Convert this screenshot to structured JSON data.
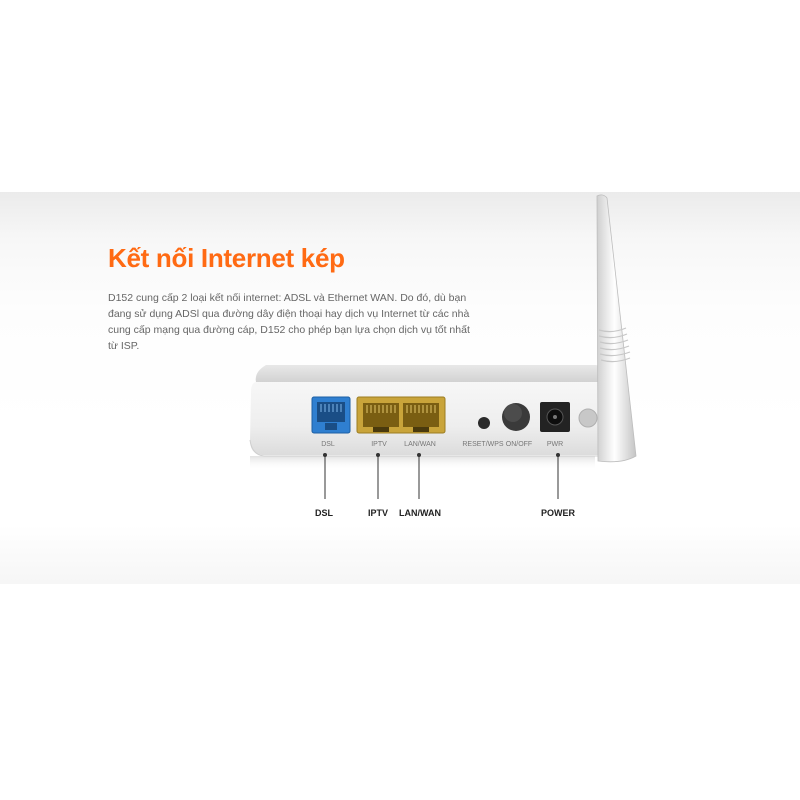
{
  "section": {
    "title": "Kết nối Internet kép",
    "description": "D152 cung cấp 2 loại kết nối internet: ADSL và Ethernet WAN. Do đó, dù bạn đang sử dụng ADSl qua đường dây điện thoại hay dịch vụ Internet từ các nhà cung cấp mạng qua đường cáp, D152 cho phép bạn lựa chọn dịch vụ tốt nhất từ ISP."
  },
  "device_labels": {
    "dsl": "DSL",
    "iptv": "IPTV",
    "lanwan": "LAN/WAN",
    "reset_wps": "RESET/WPS",
    "onoff": "ON/OFF",
    "pwr": "PWR"
  },
  "callouts": {
    "dsl": "DSL",
    "iptv": "IPTV",
    "lanwan": "LAN/WAN",
    "power": "POWER"
  },
  "colors": {
    "accent": "#ff6a13",
    "dsl_port": "#2f7fd0",
    "ethernet_port": "#c9a43a"
  }
}
